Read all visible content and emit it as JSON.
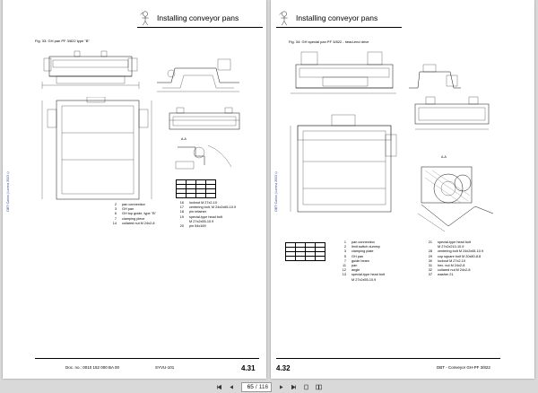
{
  "left_page": {
    "header_title": "Installing conveyor pans",
    "figure_caption": "Fig. 33:   GH pan PF 3/822 type \"B\"",
    "side_text": "DBT·Carlos | Lorenz 2003 ©",
    "legend": [
      {
        "n": "2",
        "t": "pan connection"
      },
      {
        "n": "3",
        "t": "GH pan"
      },
      {
        "n": "6",
        "t": "GH top guide, type \"B\""
      },
      {
        "n": "7",
        "t": "clamping piece"
      },
      {
        "n": "14",
        "t": "collared nut M 24x2-8"
      }
    ],
    "legend2": [
      {
        "n": "16",
        "t": "locknut M 27x2-10"
      },
      {
        "n": "17",
        "t": "centering bolt, M 24x2x65-10.9"
      },
      {
        "n": "18",
        "t": "pin retainer"
      },
      {
        "n": "19",
        "t": "special-type head bolt"
      },
      {
        "n": "",
        "t": "M 27x2x55-10.9"
      },
      {
        "n": "20",
        "t": "pin 54x169"
      }
    ],
    "footer_doc": "Doc. no.: 0010 152 000 BA 00",
    "footer_version": "SYVU-101",
    "page_number": "4.31"
  },
  "right_page": {
    "header_title": "Installing conveyor pans",
    "figure_caption": "Fig. 34:   GH special pan PF 3/822 - head-end drive",
    "side_text": "DBT·Carlos | Lorenz 2003 ©",
    "legend": [
      {
        "n": "1",
        "t": "pan connection"
      },
      {
        "n": "2",
        "t": "limit switch dummy"
      },
      {
        "n": "3",
        "t": "clamping plate"
      },
      {
        "n": "5",
        "t": "GH pan"
      },
      {
        "n": "7",
        "t": "guide beam"
      },
      {
        "n": "11",
        "t": "pan"
      },
      {
        "n": "12",
        "t": "angle"
      },
      {
        "n": "13",
        "t": "special-type head bolt"
      },
      {
        "n": "",
        "t": "M 27x2x55-10.9"
      }
    ],
    "legend2": [
      {
        "n": "21",
        "t": "special-type head bolt"
      },
      {
        "n": "",
        "t": "M 27x2x210-10.9"
      },
      {
        "n": "28",
        "t": "centering bolt M 24x2x65-10.9"
      },
      {
        "n": "29",
        "t": "cup square bolt M 20x80-8.8"
      },
      {
        "n": "30",
        "t": "locknut M 27x2-10"
      },
      {
        "n": "31",
        "t": "hex. nut M 24x2-8"
      },
      {
        "n": "32",
        "t": "collared nut M 24x2-8"
      },
      {
        "n": "37",
        "t": "washer 21"
      }
    ],
    "footer_title": "DBT - Conveyor GH-PF 3/822",
    "page_number": "4.32"
  },
  "toolbar": {
    "current_page": "65",
    "page_separator": "/",
    "total_pages": "116",
    "first_icon": "first-page-icon",
    "prev_icon": "previous-page-icon",
    "next_icon": "next-page-icon",
    "last_icon": "last-page-icon"
  }
}
